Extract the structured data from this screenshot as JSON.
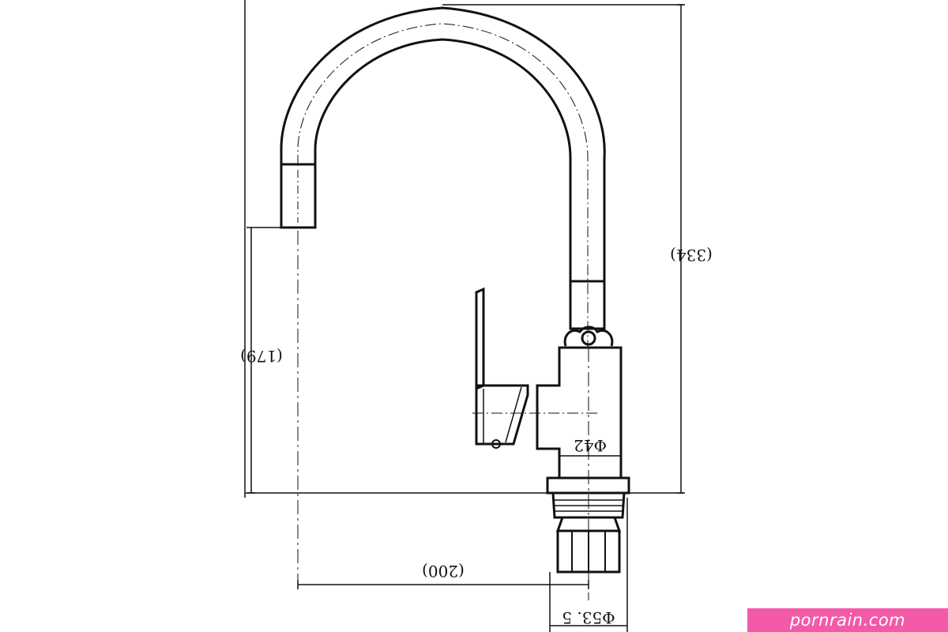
{
  "dimensions": {
    "total_height": "(334)",
    "spout_height": "(179)",
    "reach": "(200)",
    "body_diameter": "Φ42",
    "base_diameter": "Φ53. 5"
  },
  "watermark": "pornrain.com"
}
